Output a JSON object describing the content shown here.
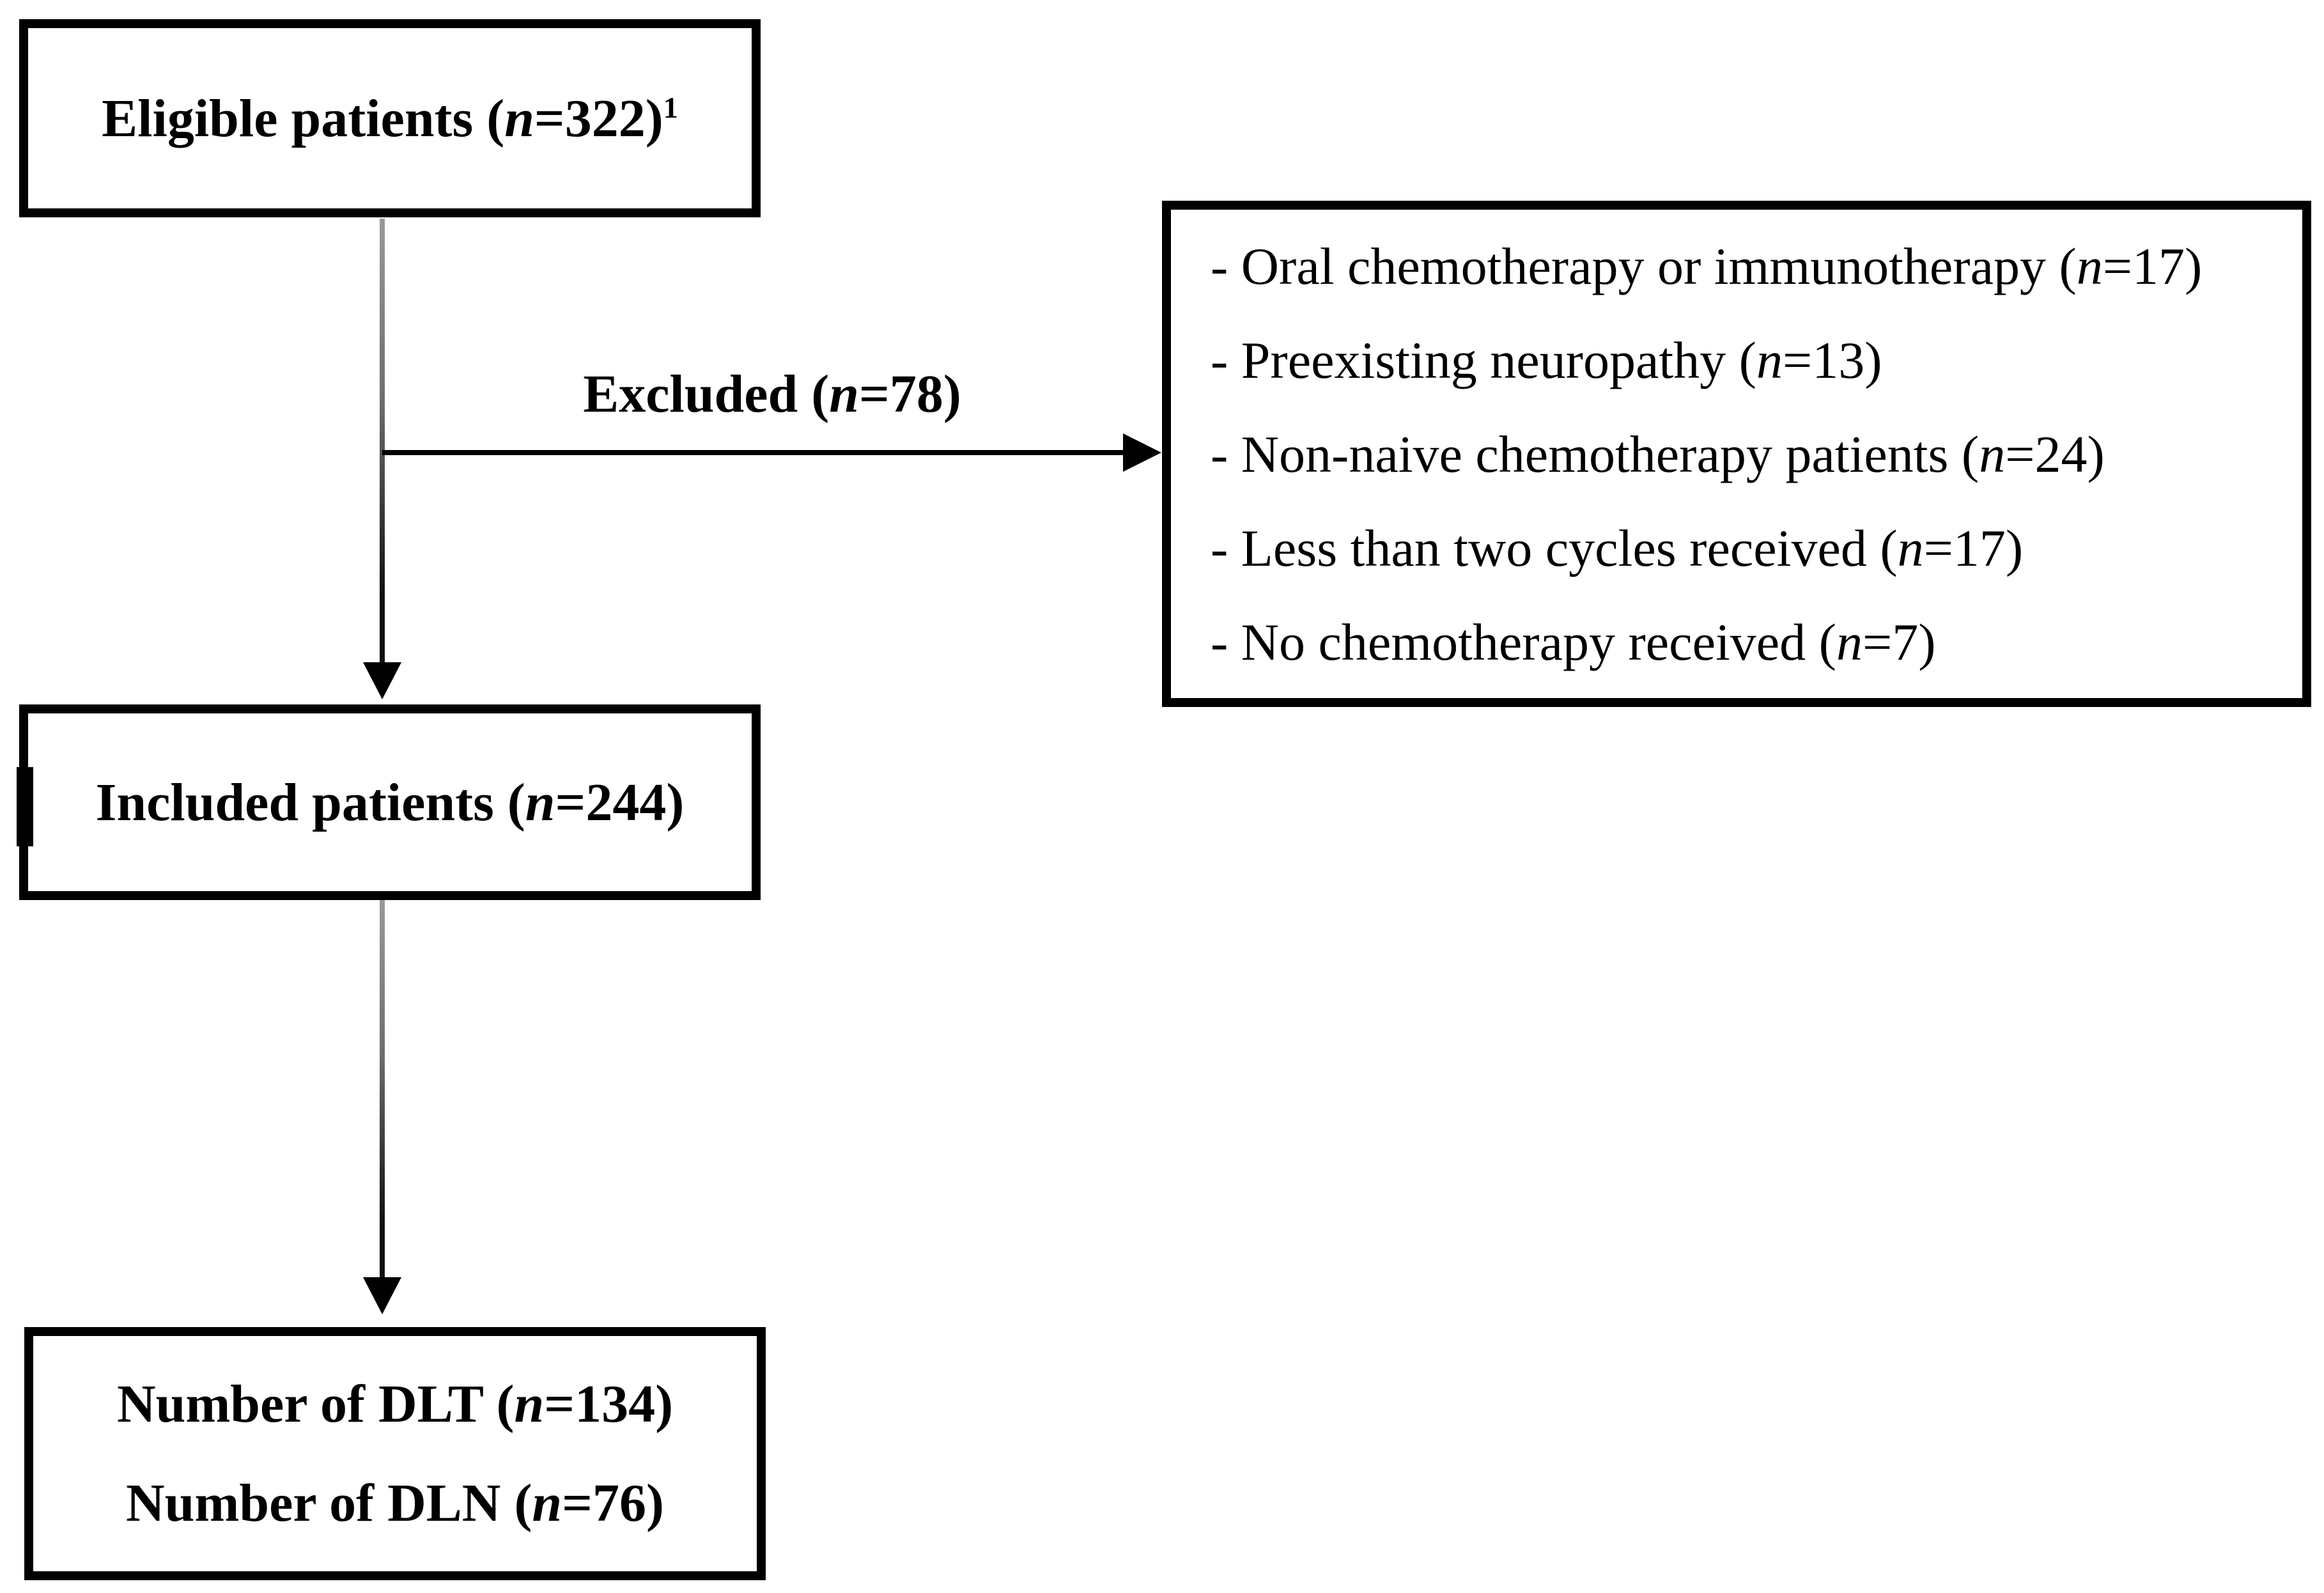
{
  "figure": {
    "type": "patient-flow-diagram",
    "background": "#ffffff",
    "colors": {
      "box_border": "#000000",
      "text": "#000000",
      "arrow": "#000000",
      "connector_gray": "#6f6f6f"
    }
  },
  "nodes": {
    "eligible": {
      "pre": "Eligible patients (",
      "var": "n",
      "post": "=322)",
      "sup": "1"
    },
    "excluded_label": {
      "pre": "Excluded (",
      "var": "n",
      "post": "=78)"
    },
    "exclusions": {
      "items": [
        {
          "pre": "- Oral chemotherapy or immunotherapy (",
          "var": "n",
          "post": "=17)"
        },
        {
          "pre": "- Preexisting neuropathy (",
          "var": "n",
          "post": "=13)"
        },
        {
          "pre": "- Non-naive chemotherapy patients (",
          "var": "n",
          "post": "=24)"
        },
        {
          "pre": "- Less than two cycles received (",
          "var": "n",
          "post": "=17)"
        },
        {
          "pre": "- No chemotherapy received (",
          "var": "n",
          "post": "=7)"
        }
      ]
    },
    "included": {
      "pre": "Included patients (",
      "var": "n",
      "post": "=244)"
    },
    "outcome": {
      "lines": [
        {
          "pre": "Number of DLT (",
          "var": "n",
          "post": "=134)"
        },
        {
          "pre": "Number of DLN (",
          "var": "n",
          "post": "=76)"
        }
      ]
    }
  }
}
